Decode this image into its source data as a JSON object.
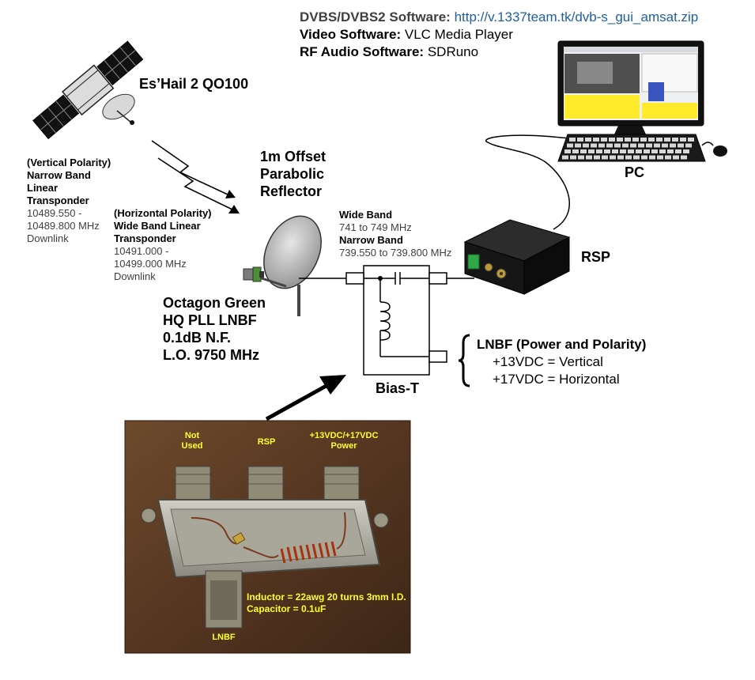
{
  "software": {
    "dvbs_label": "DVBS/DVBS2 Software:",
    "dvbs_url": "http://v.1337team.tk/dvb-s_gui_amsat.zip",
    "video_label": "Video Software:",
    "video_value": "VLC Media Player",
    "rf_label": "RF Audio Software:",
    "rf_value": "SDRuno"
  },
  "satellite": {
    "name": "Es’Hail 2 QO100"
  },
  "narrow_band_transponder": {
    "line1": "(Vertical Polarity)",
    "line2": "Narrow Band",
    "line3": "Linear",
    "line4": "Transponder",
    "freq1": "10489.550 -",
    "freq2": "10489.800 MHz",
    "note": "Downlink"
  },
  "wide_band_transponder": {
    "line1": "(Horizontal Polarity)",
    "line2": "Wide Band Linear",
    "line3": "Transponder",
    "freq1": "10491.000 -",
    "freq2": "10499.000 MHz",
    "note": "Downlink"
  },
  "reflector": {
    "line1": "1m Offset",
    "line2": "Parabolic",
    "line3": "Reflector"
  },
  "lnbf": {
    "line1": "Octagon Green",
    "line2": "HQ PLL LNBF",
    "line3": "0.1dB N.F.",
    "line4": "L.O. 9750 MHz"
  },
  "if_bands": {
    "wide_label": "Wide Band",
    "wide_value": "741 to 749 MHz",
    "narrow_label": "Narrow Band",
    "narrow_value": "739.550 to 739.800 MHz"
  },
  "bias_t": {
    "label": "Bias-T"
  },
  "rsp": {
    "label": "RSP"
  },
  "pc": {
    "label": "PC"
  },
  "lnbf_power": {
    "title": "LNBF (Power and Polarity)",
    "vertical": "+13VDC = Vertical",
    "horizontal": "+17VDC = Horizontal"
  },
  "photo": {
    "not_used_1": "Not",
    "not_used_2": "Used",
    "rsp": "RSP",
    "power_1": "+13VDC/+17VDC",
    "power_2": "Power",
    "lnbf": "LNBF",
    "inductor": "Inductor = 22awg 20 turns 3mm I.D.",
    "capacitor": "Capacitor = 0.1uF"
  },
  "colors": {
    "link": "#1f5f9f",
    "photo_label": "#ffff2a",
    "rsp_body": "#1e1e1e",
    "terminal_green": "#2fa845"
  }
}
